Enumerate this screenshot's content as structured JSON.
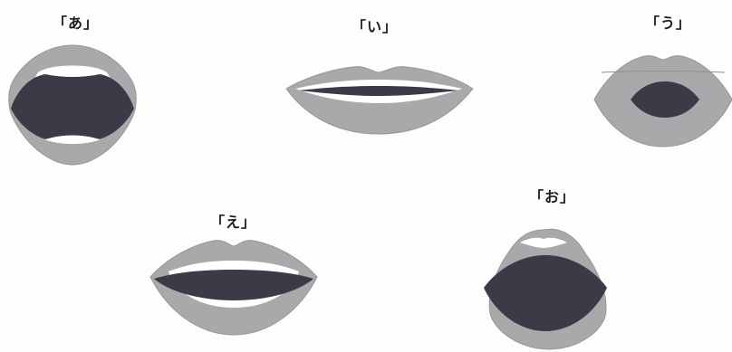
{
  "colors": {
    "lip": "#a9a9ab",
    "lip_edge": "#96969a",
    "mouth": "#3c3a46",
    "teeth": "#ffffff",
    "background": "#fdfdfd"
  },
  "vowels": [
    {
      "label": "「あ」"
    },
    {
      "label": "「い」"
    },
    {
      "label": "「う」"
    },
    {
      "label": "「え」"
    },
    {
      "label": "「お」"
    }
  ]
}
